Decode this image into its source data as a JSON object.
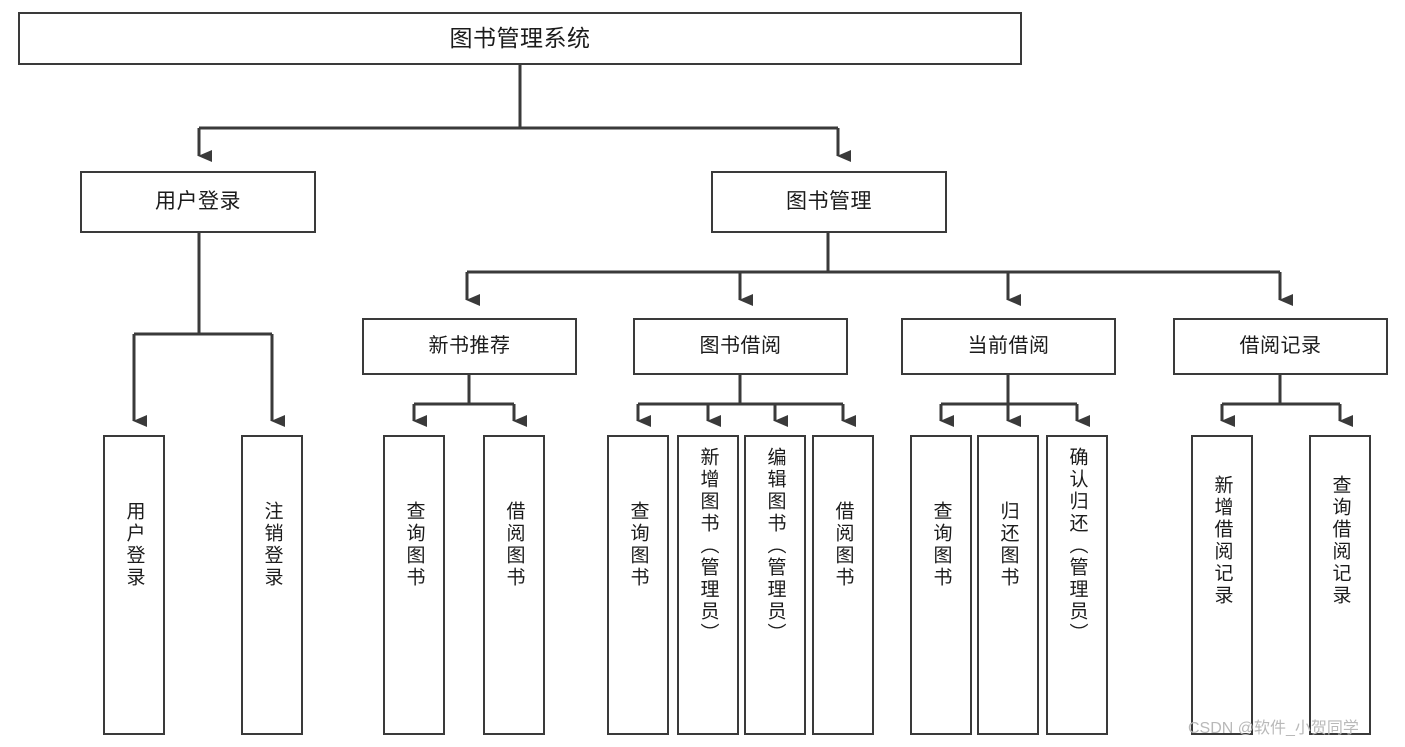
{
  "diagram": {
    "type": "tree",
    "title": "图书管理系统",
    "orientation": "top-down",
    "colors": {
      "box_border": "#3a3a3a",
      "box_fill": "#ffffff",
      "connector": "#3a3a3a",
      "text": "#1b1b1b",
      "watermark": "#b9b9b9"
    },
    "root": {
      "label": "图书管理系统"
    },
    "level1": [
      {
        "label": "用户登录"
      },
      {
        "label": "图书管理"
      }
    ],
    "level2": [
      {
        "label": "新书推荐"
      },
      {
        "label": "图书借阅"
      },
      {
        "label": "当前借阅"
      },
      {
        "label": "借阅记录"
      }
    ],
    "leaves": {
      "user_login": [
        {
          "label": "用户登录"
        },
        {
          "label": "注销登录"
        }
      ],
      "new_book_recommend": [
        {
          "label": "查询图书"
        },
        {
          "label": "借阅图书"
        }
      ],
      "book_borrow": [
        {
          "label": "查询图书"
        },
        {
          "label": "新增图书（管理员）"
        },
        {
          "label": "编辑图书（管理员）"
        },
        {
          "label": "借阅图书"
        }
      ],
      "current_borrow": [
        {
          "label": "查询图书"
        },
        {
          "label": "归还图书"
        },
        {
          "label": "确认归还（管理员）"
        }
      ],
      "borrow_record": [
        {
          "label": "新增借阅记录"
        },
        {
          "label": "查询借阅记录"
        }
      ]
    }
  },
  "watermark": {
    "text": "CSDN @软件_小贺同学"
  }
}
